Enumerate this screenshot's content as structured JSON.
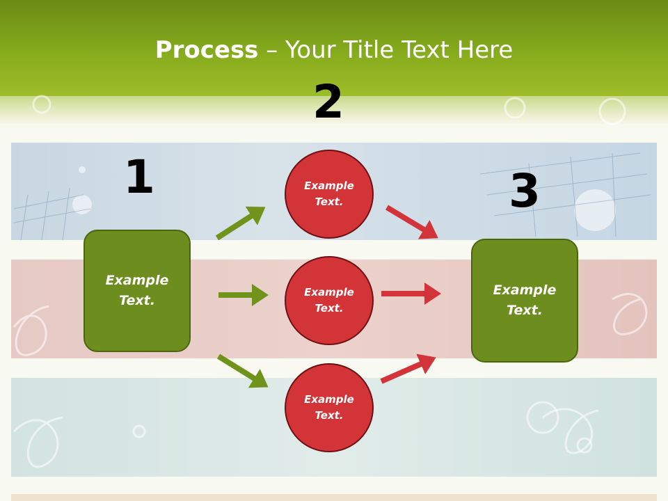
{
  "title": {
    "bold": "Process",
    "rest": " – Your Title Text Here"
  },
  "steps": {
    "one": "1",
    "two": "2",
    "three": "3"
  },
  "start_box": {
    "text": "Example\nText."
  },
  "end_box": {
    "text": "Example\nText."
  },
  "circles": [
    {
      "text": "Example\nText."
    },
    {
      "text": "Example\nText."
    },
    {
      "text": "Example\nText."
    }
  ],
  "colors": {
    "header_green": "#86ab1c",
    "box_green": "#6d8e1e",
    "circle_red": "#d23438",
    "arrow_green": "#6f931b",
    "arrow_red": "#d2343a"
  }
}
